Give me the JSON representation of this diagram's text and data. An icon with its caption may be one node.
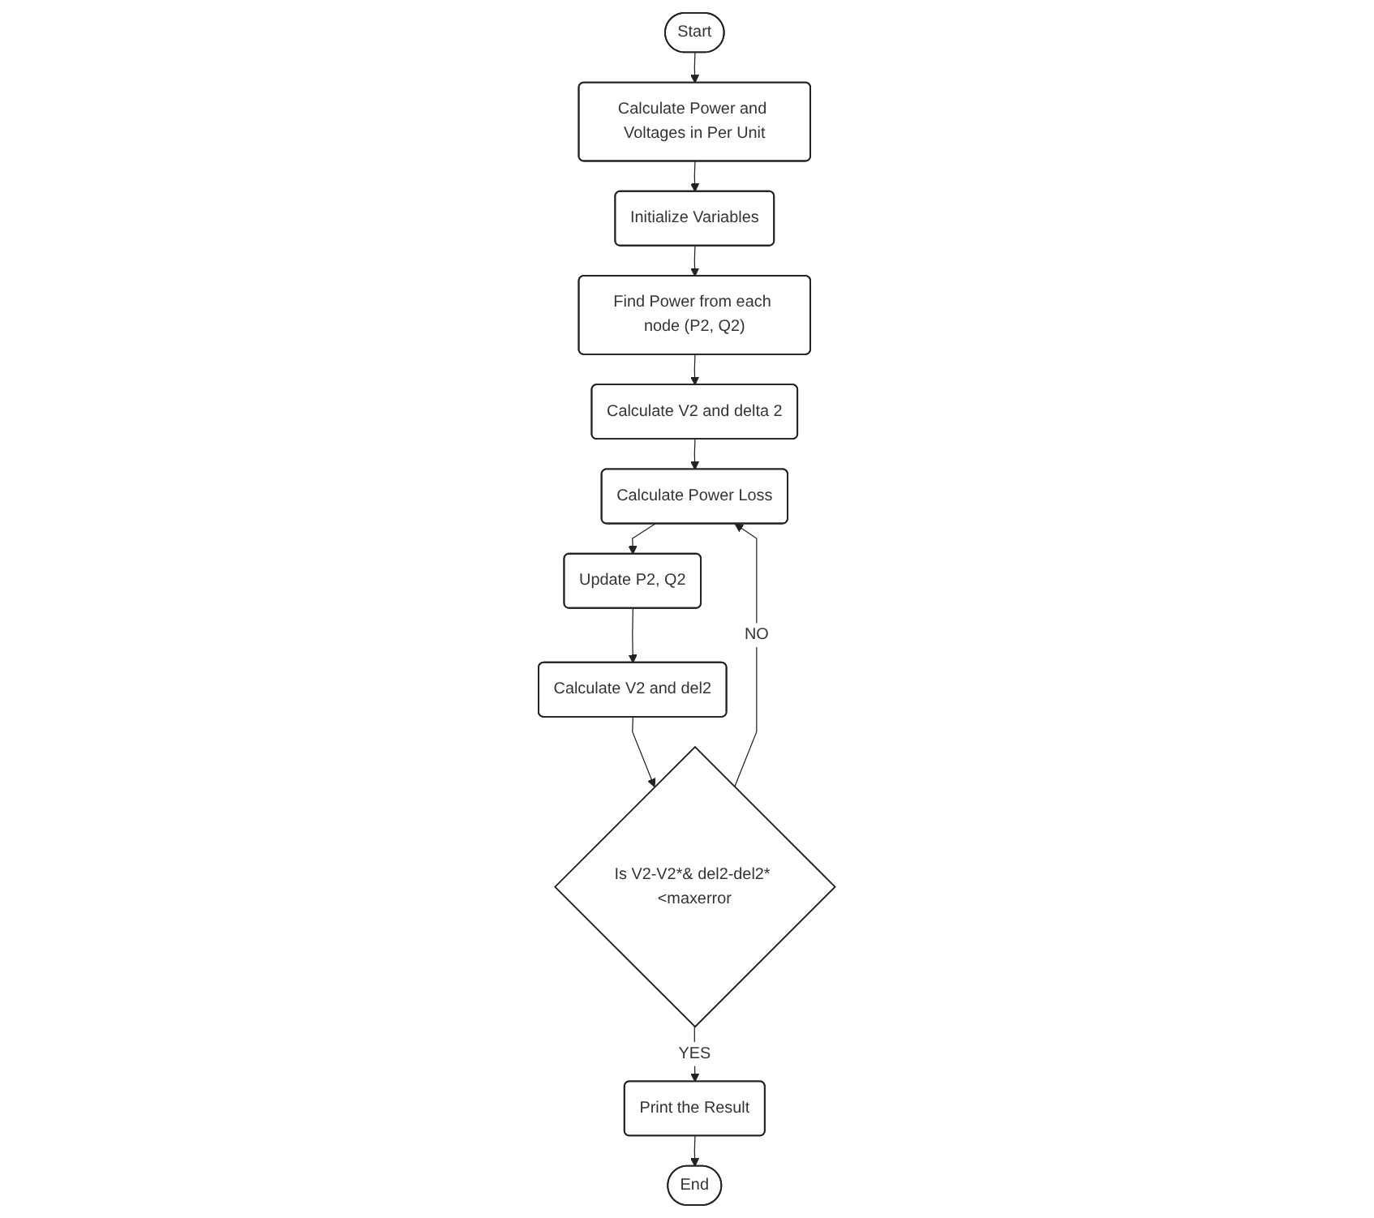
{
  "diagram": {
    "nodes": [
      {
        "text": [
          "Start"
        ]
      },
      {
        "text": [
          "Calculate Power and Voltages in Per Unit"
        ]
      },
      {
        "text": [
          "Initialize Variables"
        ]
      },
      {
        "text": [
          "Find Power from each node (P2, Q2)"
        ]
      },
      {
        "text": [
          "Calculate V2 and delta 2"
        ]
      },
      {
        "text": [
          "Calculate Power Loss"
        ]
      },
      {
        "text": [
          "Update P2, Q2"
        ]
      },
      {
        "text": [
          "Calculate V2 and del2"
        ]
      },
      {
        "text": [
          "Is V2-V2*& del2-del2* <maxerror"
        ]
      },
      {
        "text": [
          "Print the Result"
        ]
      },
      {
        "text": [
          "End"
        ]
      }
    ],
    "edges": [
      {
        "from": 0,
        "to": 1,
        "arrow": "to"
      },
      {
        "from": 1,
        "to": 2,
        "arrow": "to"
      },
      {
        "from": 2,
        "to": 3,
        "arrow": "to"
      },
      {
        "from": 3,
        "to": 4,
        "arrow": "to"
      },
      {
        "from": 4,
        "to": 5,
        "arrow": "to"
      },
      {
        "from": 5,
        "to": 6,
        "arrow": "to"
      },
      {
        "from": 6,
        "to": 7,
        "arrow": "to"
      },
      {
        "from": 7,
        "to": 8,
        "arrow": "to"
      },
      {
        "from": 8,
        "to": 5,
        "arrow": "to",
        "label": "NO"
      },
      {
        "from": 8,
        "to": 9,
        "arrow": "to",
        "label": "YES"
      },
      {
        "from": 9,
        "to": 10,
        "arrow": "to"
      }
    ]
  }
}
